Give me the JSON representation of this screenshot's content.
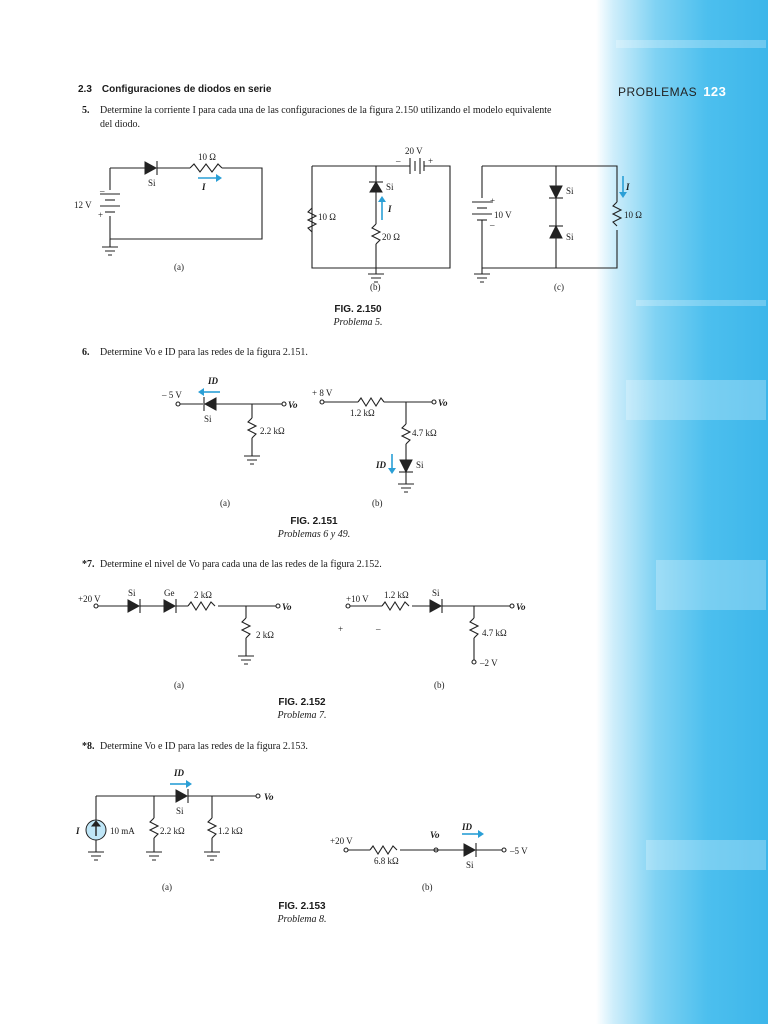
{
  "header": {
    "section_number": "2.3",
    "section_title": "Configuraciones de diodos en serie",
    "running_head": "PROBLEMAS",
    "page_number": "123"
  },
  "problems": [
    {
      "number": "5.",
      "text": "Determine la corriente I para cada una de las configuraciones de la figura 2.150 utilizando el modelo equivalente del diodo."
    },
    {
      "number": "6.",
      "text": "Determine Vo e ID para las redes de la figura 2.151."
    },
    {
      "number": "*7.",
      "text": "Determine el nivel de Vo para cada una de las redes de la figura 2.152."
    },
    {
      "number": "*8.",
      "text": "Determine Vo e ID para las redes de la figura 2.153."
    }
  ],
  "figures": [
    {
      "title": "FIG. 2.150",
      "caption": "Problema 5."
    },
    {
      "title": "FIG. 2.151",
      "caption": "Problemas 6 y 49."
    },
    {
      "title": "FIG. 2.152",
      "caption": "Problema 7."
    },
    {
      "title": "FIG. 2.153",
      "caption": "Problema 8."
    }
  ],
  "circuit_labels": {
    "sub_a": "(a)",
    "sub_b": "(b)",
    "sub_c": "(c)",
    "si": "Si",
    "ge": "Ge",
    "i": "I",
    "id": "ID",
    "vo": "Vo",
    "r10": "10 Ω",
    "r20": "20 Ω",
    "r12k": "1.2 kΩ",
    "r22k": "2.2 kΩ",
    "r47k": "4.7 kΩ",
    "r2k": "2 kΩ",
    "r68k": "6.8 kΩ",
    "v12": "12 V",
    "v20": "20 V",
    "v10": "10 V",
    "vm5": "– 5 V",
    "vp8": "+ 8 V",
    "vp20": "+20 V",
    "vp10": "+10 V",
    "vm2": "–2 V",
    "vm5b": "–5 V",
    "ma10": "10 mA",
    "plus": "+",
    "minus": "–"
  },
  "colors": {
    "accent": "#2a9fd6",
    "band": "#3db6ea"
  }
}
